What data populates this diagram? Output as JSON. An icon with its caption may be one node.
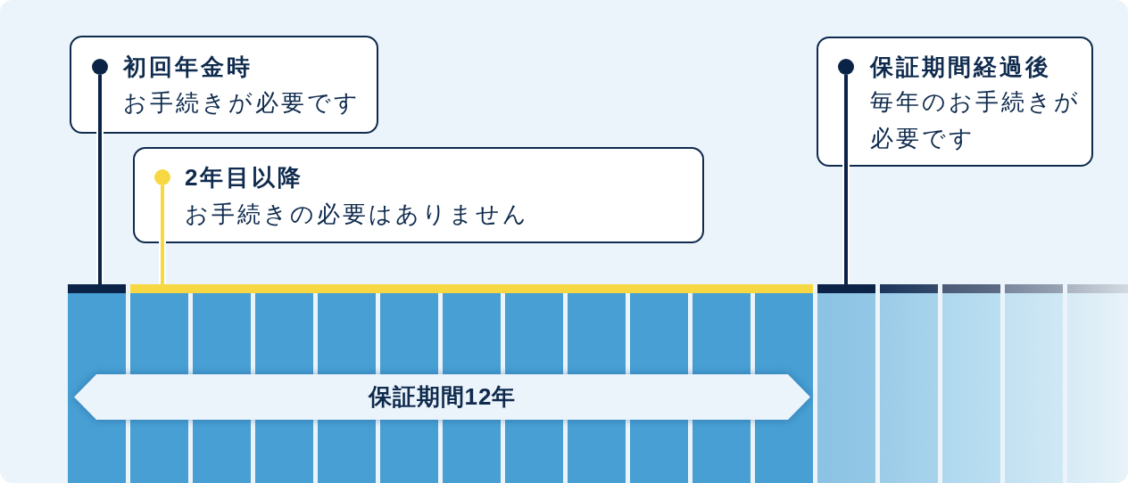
{
  "diagram": {
    "nodes": [
      {
        "text": [
          "初回年金時",
          "お手続きが必要です"
        ]
      },
      {
        "text": [],
        "shape": "circle",
        "in": 0
      },
      {
        "text": [
          "2年目以降",
          "お手続きの必要はありません"
        ]
      },
      {
        "text": [],
        "shape": "circle",
        "in": 2
      },
      {
        "text": [
          "保証期間経過後",
          "毎年のお手続きが必要です"
        ]
      },
      {
        "text": [],
        "shape": "circle",
        "in": 4
      },
      {
        "text": [],
        "shape": "bar"
      },
      {
        "text": [],
        "shape": "bar"
      },
      {
        "text": [],
        "shape": "bar"
      },
      {
        "text": [],
        "shape": "bar"
      },
      {
        "text": [],
        "shape": "bar"
      },
      {
        "text": [],
        "shape": "bar"
      },
      {
        "text": [],
        "shape": "bar"
      },
      {
        "text": [],
        "shape": "box"
      },
      {
        "text": [],
        "shape": "box"
      },
      {
        "text": [],
        "shape": "box"
      },
      {
        "text": [],
        "shape": "box"
      },
      {
        "text": [],
        "shape": "box"
      },
      {
        "text": [],
        "shape": "box"
      },
      {
        "text": [],
        "shape": "box"
      },
      {
        "text": [],
        "shape": "box"
      },
      {
        "text": [],
        "shape": "box"
      },
      {
        "text": [],
        "shape": "box"
      },
      {
        "text": [],
        "shape": "box"
      },
      {
        "text": [],
        "shape": "box"
      },
      {
        "text": [],
        "shape": "box"
      },
      {
        "text": [],
        "shape": "box"
      },
      {
        "text": [],
        "shape": "box"
      },
      {
        "text": [],
        "shape": "box"
      },
      {
        "text": [],
        "shape": "box"
      },
      {
        "text": [
          "保証期間12年"
        ]
      }
    ],
    "edges": [
      {
        "from": 1,
        "to": 6,
        "arrow": "none"
      },
      {
        "from": 3,
        "to": 7,
        "arrow": "none",
        "color": "#f8d842"
      },
      {
        "from": 5,
        "to": 8,
        "arrow": "none"
      }
    ]
  }
}
